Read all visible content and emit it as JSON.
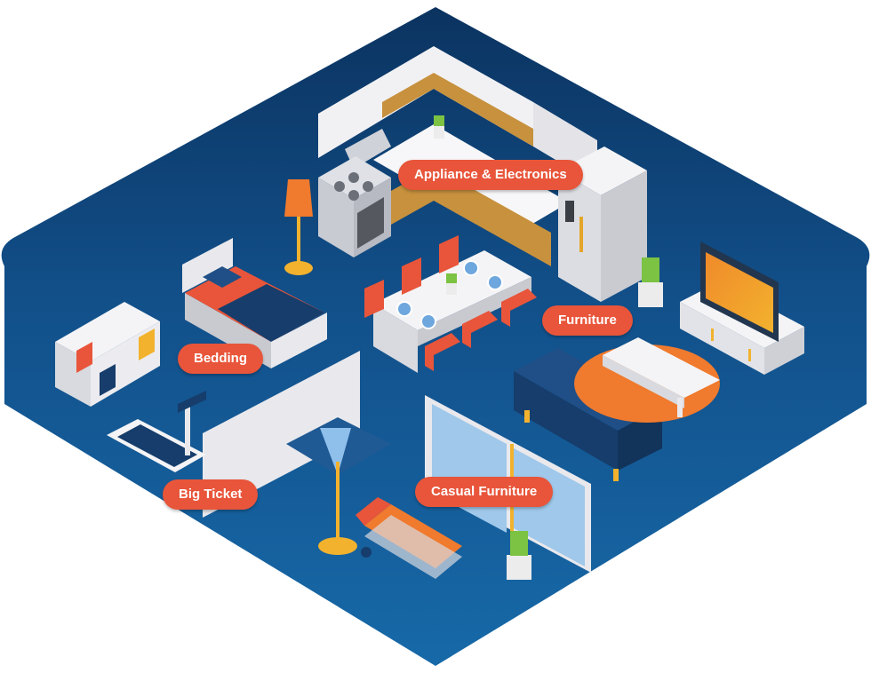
{
  "colors": {
    "floor_dark": "#0b3360",
    "floor_light": "#1769a8",
    "label_bg": "#e8553a",
    "accent_orange": "#f07a2d",
    "wall": "#e9e9ed",
    "navy": "#163d6b"
  },
  "labels": {
    "appliance": "Appliance & Electronics",
    "furniture": "Furniture",
    "bedding": "Bedding",
    "big_ticket": "Big Ticket",
    "casual": "Casual Furniture"
  }
}
